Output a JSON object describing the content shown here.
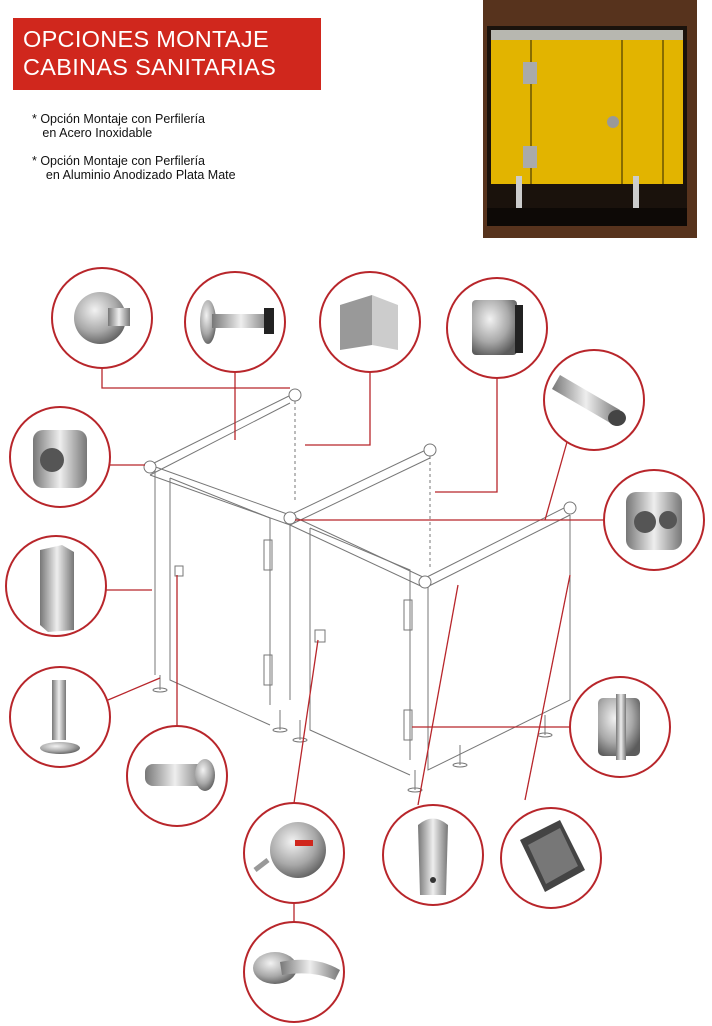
{
  "title": {
    "line1": "OPCIONES MONTAJE",
    "line2": "CABINAS SANITARIAS"
  },
  "notes": [
    {
      "line1": "* Opción Montaje con Perfilería",
      "line2": "   en Acero Inoxidable"
    },
    {
      "line1": "* Opción Montaje con Perfilería",
      "line2": "    en Aluminio Anodizado Plata Mate"
    }
  ],
  "colors": {
    "accent": "#d0271d",
    "panel": "#e8b800",
    "line": "#b8262b"
  },
  "parts": [
    "wall-flange",
    "coat-hook",
    "angle-bracket",
    "glass-clamp",
    "tube",
    "cross-connector",
    "three-way-connector",
    "u-profile",
    "adjustable-foot",
    "door-knob",
    "hinge",
    "occupancy-indicator",
    "clip-bracket",
    "channel-profile",
    "lock-lever"
  ]
}
